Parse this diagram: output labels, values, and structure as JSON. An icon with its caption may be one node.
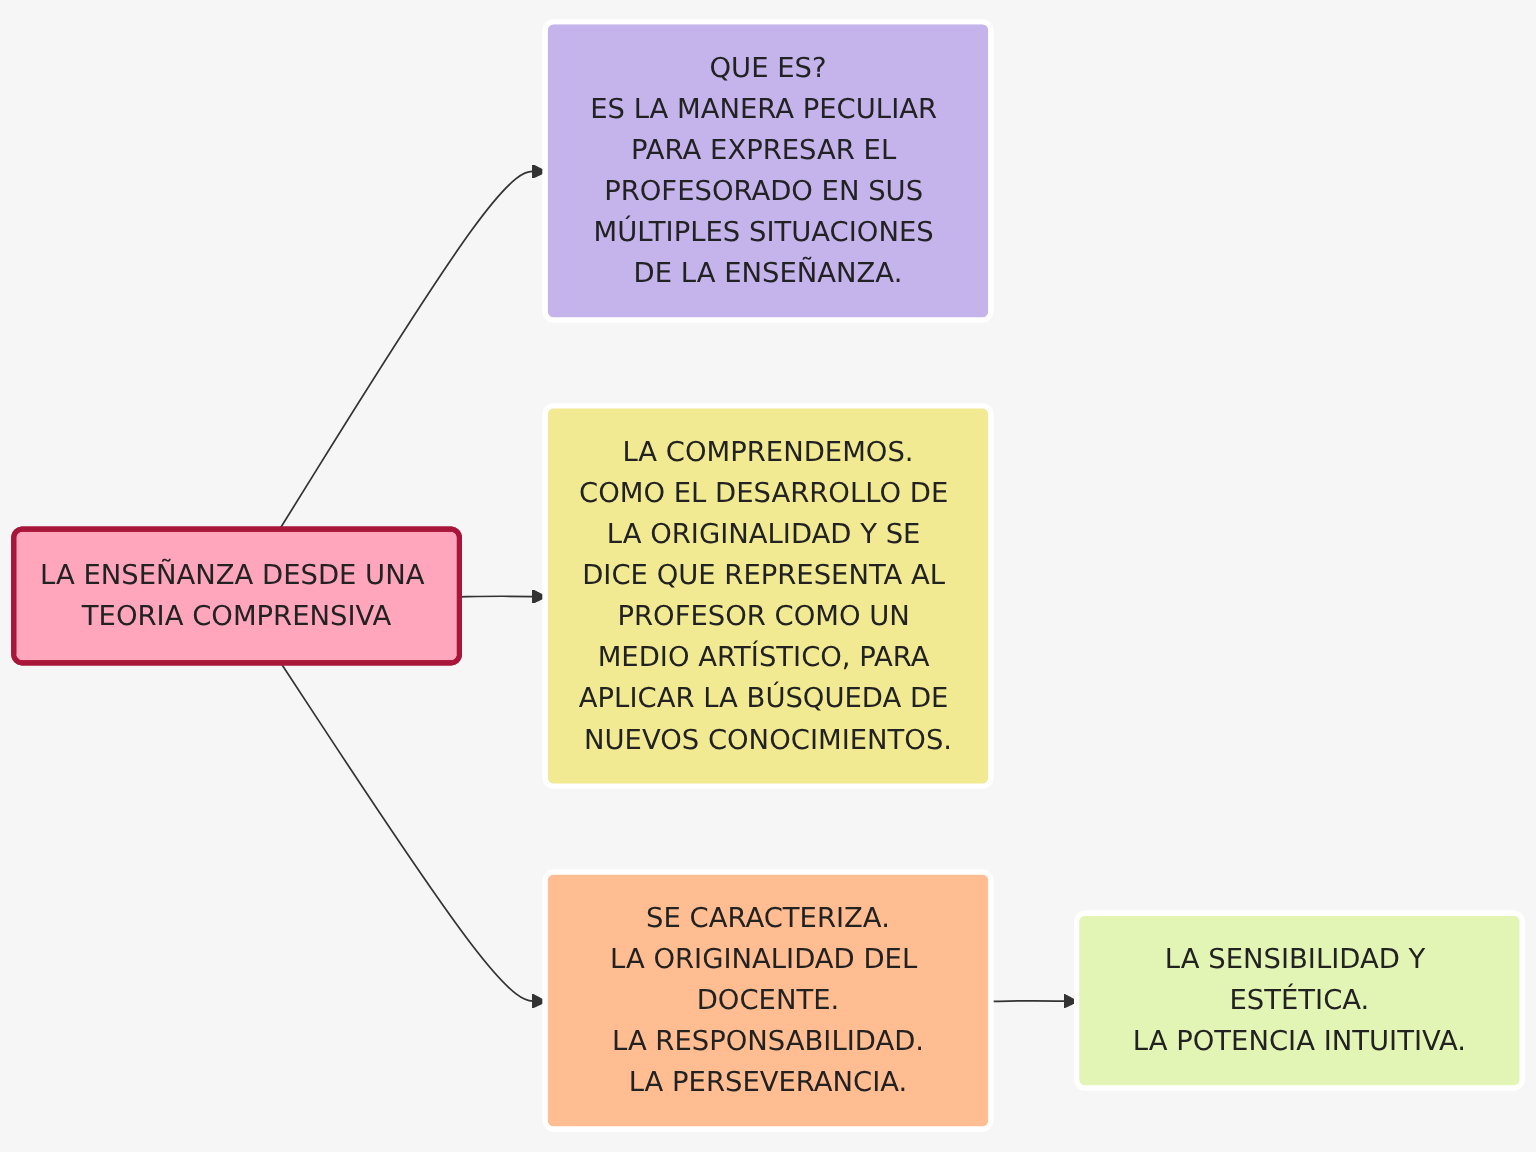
{
  "diagram": {
    "nodes": [
      {
        "text": [
          "LA ENSEÑANZA DESDE UNA TEORIA COMPRENSIVA"
        ]
      },
      {
        "text": [
          "QUE ES?",
          "ES LA MANERA PECULIAR PARA EXPRESAR EL PROFESORADO EN SUS MÚLTIPLES SITUACIONES DE LA ENSEÑANZA."
        ]
      },
      {
        "text": [
          "LA COMPRENDEMOS.",
          "COMO EL DESARROLLO DE LA ORIGINALIDAD Y SE DICE QUE REPRESENTA AL PROFESOR COMO UN MEDIO ARTÍSTICO, PARA APLICAR LA BÚSQUEDA DE NUEVOS CONOCIMIENTOS."
        ]
      },
      {
        "text": [
          "SE CARACTERIZA.",
          "LA ORIGINALIDAD DEL DOCENTE.",
          "LA RESPONSABILIDAD.",
          "LA PERSEVERANCIA."
        ]
      },
      {
        "text": [
          "LA SENSIBILIDAD Y ESTÉTICA.",
          "LA POTENCIA INTUITIVA."
        ]
      }
    ],
    "edges": [
      {
        "from": 0,
        "to": 1,
        "arrow": "to"
      },
      {
        "from": 0,
        "to": 2,
        "arrow": "to"
      },
      {
        "from": 0,
        "to": 3,
        "arrow": "to"
      },
      {
        "from": 3,
        "to": 4,
        "arrow": "to"
      }
    ]
  }
}
